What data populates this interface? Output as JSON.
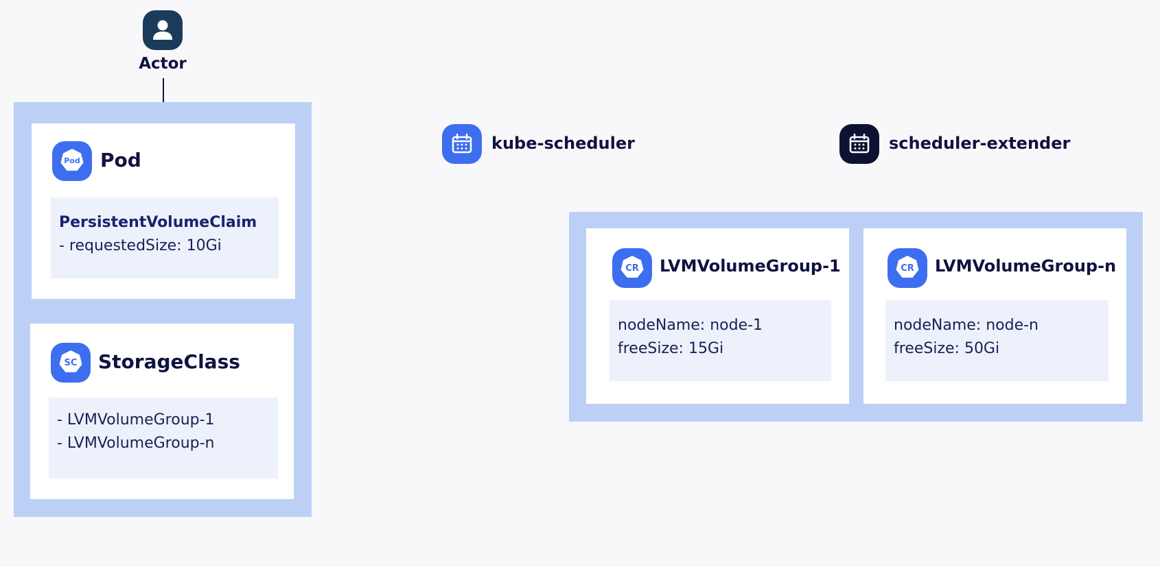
{
  "actor": {
    "label": "Actor",
    "icon": "user-icon"
  },
  "pod": {
    "badge_text": "Pod",
    "title": "Pod",
    "claim_title": "PersistentVolumeClaim",
    "claim_lines": [
      "- requestedSize: 10Gi"
    ]
  },
  "storage_class": {
    "badge_text": "SC",
    "title": "StorageClass",
    "lines": [
      "- LVMVolumeGroup-1",
      "- LVMVolumeGroup-n"
    ]
  },
  "schedulers": {
    "kube": {
      "label": "kube-scheduler",
      "icon": "calendar-icon",
      "color": "#3d6ef0"
    },
    "extender": {
      "label": "scheduler-extender",
      "icon": "calendar-icon",
      "color": "#0d1232"
    }
  },
  "volume_groups": [
    {
      "badge_text": "CR",
      "title": "LVMVolumeGroup-1",
      "lines": [
        "nodeName: node-1",
        "freeSize: 15Gi"
      ]
    },
    {
      "badge_text": "CR",
      "title": "LVMVolumeGroup-n",
      "lines": [
        "nodeName: node-n",
        "freeSize: 50Gi"
      ]
    }
  ],
  "colors": {
    "accent": "#3d6ef0",
    "group_background": "#bcd0f6",
    "detail_background": "#edf1fb",
    "text_dark": "#10123f"
  }
}
